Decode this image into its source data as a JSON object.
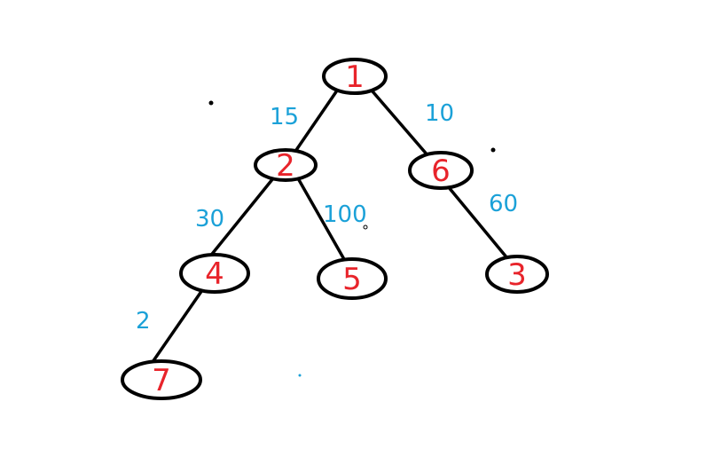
{
  "tree": {
    "nodes": [
      {
        "id": "1",
        "label": "1"
      },
      {
        "id": "2",
        "label": "2"
      },
      {
        "id": "6",
        "label": "6"
      },
      {
        "id": "4",
        "label": "4"
      },
      {
        "id": "5",
        "label": "5"
      },
      {
        "id": "3",
        "label": "3"
      },
      {
        "id": "7",
        "label": "7"
      }
    ],
    "edges": [
      {
        "from": "1",
        "to": "2",
        "weight": "15"
      },
      {
        "from": "1",
        "to": "6",
        "weight": "10"
      },
      {
        "from": "2",
        "to": "4",
        "weight": "30"
      },
      {
        "from": "2",
        "to": "5",
        "weight": "100"
      },
      {
        "from": "6",
        "to": "3",
        "weight": "60"
      },
      {
        "from": "4",
        "to": "7",
        "weight": "2"
      }
    ],
    "colors": {
      "node_label": "#e8242b",
      "edge_label": "#1ba1d8",
      "outline": "#000000"
    }
  }
}
